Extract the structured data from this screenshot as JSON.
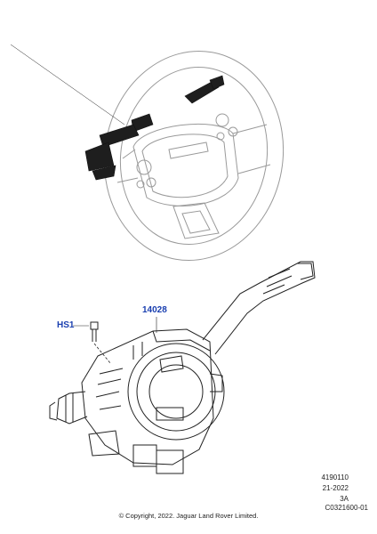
{
  "callouts": {
    "part_number": "14028",
    "fixing": "HS1"
  },
  "footer": {
    "ref_1": "4190110",
    "ref_2": "21-2022",
    "ref_3": "3A",
    "ref_4": "C0321600-01",
    "copyright": "© Copyright, 2022. Jaguar Land Rover Limited."
  },
  "colors": {
    "callout": "#1a3fb0",
    "line": "#222222",
    "wheel_line": "#9a9a9a"
  }
}
